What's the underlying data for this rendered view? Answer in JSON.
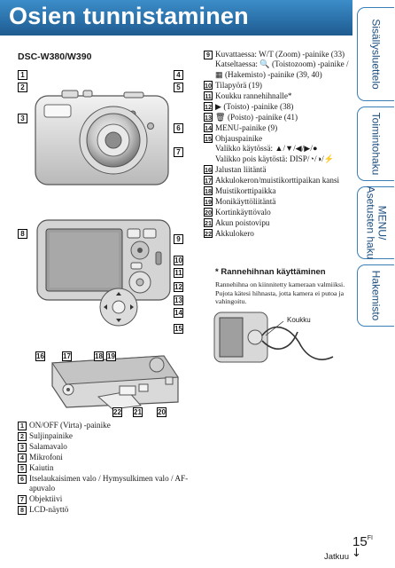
{
  "header": {
    "title": "Osien tunnistaminen"
  },
  "model_label": "DSC-W380/W390",
  "front_callouts": {
    "c1": "1",
    "c2": "2",
    "c3": "3",
    "c4": "4",
    "c5": "5",
    "c6": "6",
    "c7": "7"
  },
  "back_callouts": {
    "c8": "8",
    "c9": "9",
    "c10": "10",
    "c11": "11",
    "c12": "12",
    "c13": "13",
    "c14": "14",
    "c15": "15"
  },
  "bottom_callouts": {
    "c16": "16",
    "c17": "17",
    "c18": "18",
    "c19": "19",
    "c20": "20",
    "c21": "21",
    "c22": "22"
  },
  "left_list": [
    {
      "num": "1",
      "text": "ON/OFF (Virta) -painike"
    },
    {
      "num": "2",
      "text": "Suljinpainike"
    },
    {
      "num": "3",
      "text": "Salamavalo"
    },
    {
      "num": "4",
      "text": "Mikrofoni"
    },
    {
      "num": "5",
      "text": "Kaiutin"
    },
    {
      "num": "6",
      "text": "Itselaukaisimen valo / Hymysulkimen valo / AF-apuvalo"
    },
    {
      "num": "7",
      "text": "Objektiivi"
    },
    {
      "num": "8",
      "text": "LCD-näyttö"
    }
  ],
  "right_list": {
    "i9": {
      "num": "9",
      "line1": "Kuvattaessa: W/T (Zoom) -painike (33)",
      "line2": "Katseltaessa: 🔍 (Toistozoom) -painike /",
      "line3": "▦ (Hakemisto) -painike (39, 40)"
    },
    "i10": {
      "num": "10",
      "text": "Tilapyörä (19)"
    },
    "i11": {
      "num": "11",
      "text": "Koukku rannehihnalle*"
    },
    "i12": {
      "num": "12",
      "text": "▶ (Toisto) -painike (38)"
    },
    "i13": {
      "num": "13",
      "text": "🗑 (Poisto) -painike (41)"
    },
    "i14": {
      "num": "14",
      "text": "MENU-painike (9)"
    },
    "i15": {
      "num": "15",
      "line1": "Ohjauspainike",
      "line2": "Valikko käytössä: ▲/▼/◀/▶/●",
      "line3": "Valikko pois käytöstä: DISP/◔/◑/⚡"
    },
    "i16": {
      "num": "16",
      "text": "Jalustan liitäntä"
    },
    "i17": {
      "num": "17",
      "text": "Akkulokeron/muistikorttipaikan kansi"
    },
    "i18": {
      "num": "18",
      "text": "Muistikorttipaikka"
    },
    "i19": {
      "num": "19",
      "text": "Monikäyttöliitäntä"
    },
    "i20": {
      "num": "20",
      "text": "Kortinkäyttövalo"
    },
    "i21": {
      "num": "21",
      "text": "Akun poistovipu"
    },
    "i22": {
      "num": "22",
      "text": "Akkulokero"
    }
  },
  "strap": {
    "title": "* Rannehihnan käyttäminen",
    "text": "Rannehihna on kiinnitetty kameraan valmiiksi. Pujota kätesi hihnasta, jotta kamera ei putoa ja vahingoitu.",
    "hook_label": "Koukku"
  },
  "side_tabs": {
    "contents": "Sisällysluettelo",
    "operation": "Toimintohaku",
    "menu": "MENU/\nAsetusten haku",
    "index": "Hakemisto"
  },
  "footer": {
    "page": "15",
    "page_suffix": "FI",
    "continue": "Jatkuu"
  },
  "icons": {
    "continue": "arrow-down-icon"
  }
}
